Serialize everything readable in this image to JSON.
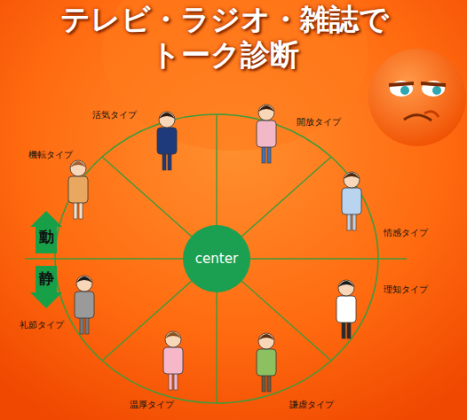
{
  "diagram": {
    "title": "テレビ・ラジオ・雑誌で トーク診断",
    "nodes": [
      {
        "text": [
          "動"
        ]
      },
      {
        "text": [
          "center"
        ]
      },
      {
        "text": [
          "静"
        ]
      }
    ],
    "labels": [
      "活気タイプ",
      "開放タイプ",
      "機転タイプ",
      "情感タイプ",
      "理知タイプ",
      "礼節タイプ",
      "温厚タイプ",
      "謙虚タイプ"
    ]
  }
}
